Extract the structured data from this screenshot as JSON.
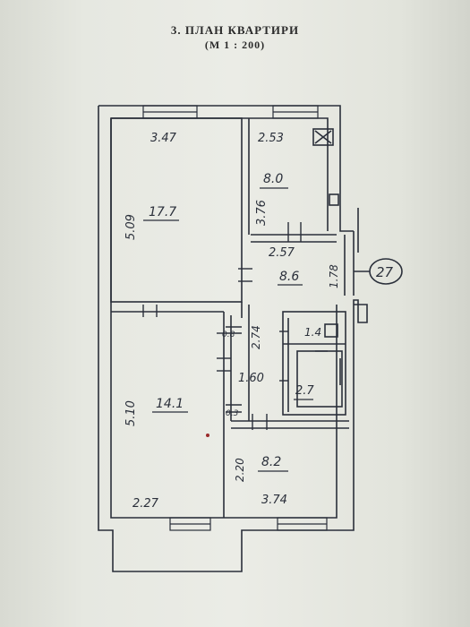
{
  "header": {
    "title": "3. ПЛАН КВАРТИРИ",
    "scale": "(М 1 : 200)"
  },
  "apartment_number": "27",
  "rooms": [
    {
      "id": "room1",
      "area": "17.7",
      "width": "3.47",
      "length": "5.09"
    },
    {
      "id": "kitchen",
      "area": "8.0",
      "width": "2.53",
      "length": "3.76"
    },
    {
      "id": "corridor",
      "area": "8.6",
      "width": "2.57",
      "length": "1.78"
    },
    {
      "id": "wc",
      "area": "1.4"
    },
    {
      "id": "bath",
      "area": "2.7"
    },
    {
      "id": "hall",
      "area": "1.60",
      "length": "2.74"
    },
    {
      "id": "room2",
      "area": "14.1",
      "width": "2.27",
      "length": "5.10"
    },
    {
      "id": "room3",
      "area": "8.2",
      "width": "3.74",
      "length": "2.20"
    }
  ],
  "small_labels": [
    "0.8",
    "0.3"
  ],
  "colors": {
    "ink": "#2a2f3a",
    "paper": "#e8eae3"
  }
}
